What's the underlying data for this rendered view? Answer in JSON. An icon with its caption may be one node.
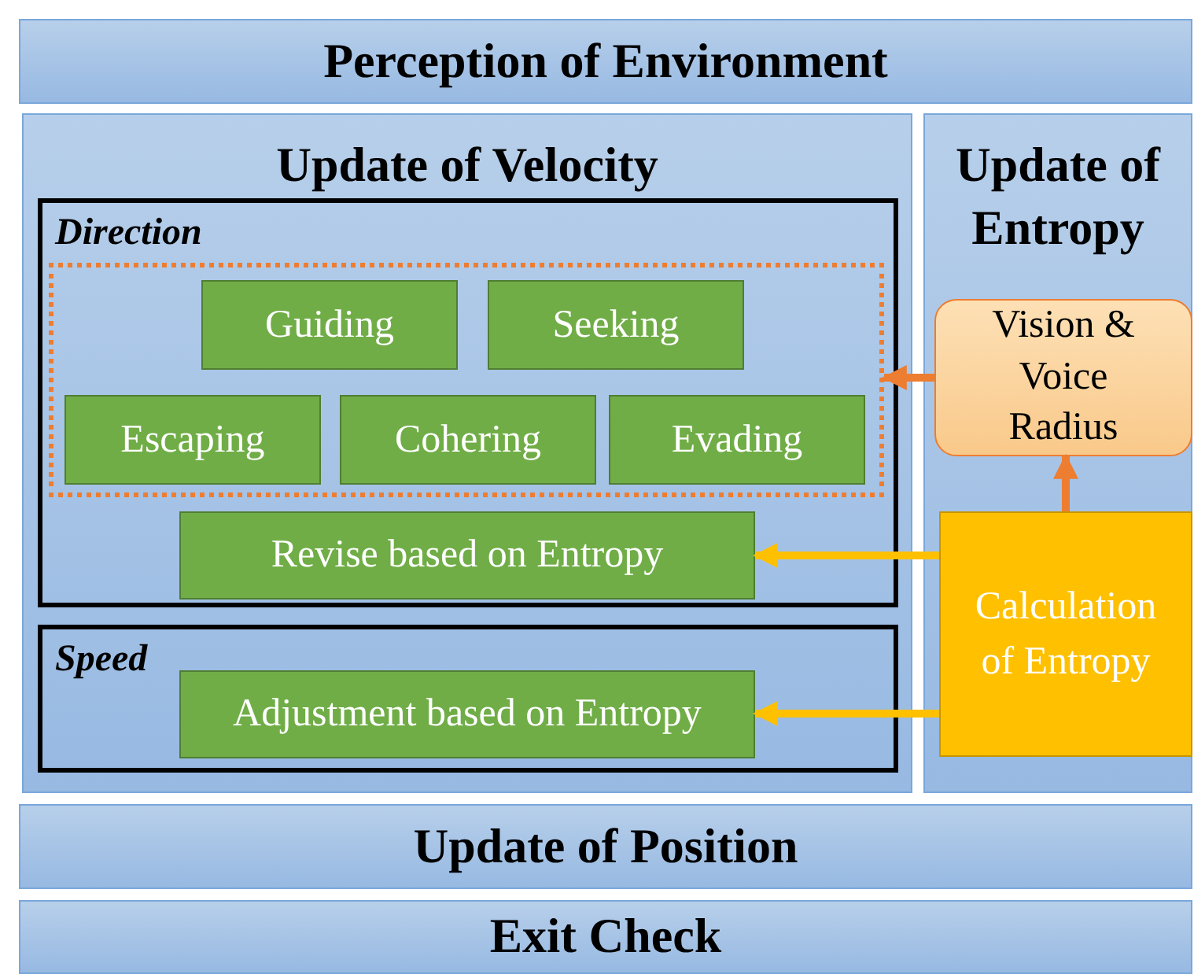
{
  "diagram": {
    "nodes": [
      {
        "text": [
          "Perception of Environment"
        ]
      },
      {
        "text": [
          "Update of Velocity"
        ]
      },
      {
        "text": [
          "Direction"
        ],
        "in": 1
      },
      {
        "text": [],
        "shape": "box",
        "in": 2
      },
      {
        "text": [
          "Guiding"
        ],
        "in": 3
      },
      {
        "text": [
          "Seeking"
        ],
        "in": 3
      },
      {
        "text": [
          "Escaping"
        ],
        "in": 3
      },
      {
        "text": [
          "Cohering"
        ],
        "in": 3
      },
      {
        "text": [
          "Evading"
        ],
        "in": 3
      },
      {
        "text": [
          "Revise based on Entropy"
        ],
        "in": 2
      },
      {
        "text": [
          "Speed"
        ],
        "in": 1
      },
      {
        "text": [
          "Adjustment based on Entropy"
        ],
        "in": 10
      },
      {
        "text": [
          "Update of Entropy"
        ]
      },
      {
        "text": [
          "Vision & Voice Radius"
        ],
        "in": 12
      },
      {
        "text": [
          "Calculation of Entropy"
        ],
        "in": 12
      },
      {
        "text": [
          "Update of Position"
        ]
      },
      {
        "text": [
          "Exit Check"
        ]
      }
    ],
    "edges": [
      {
        "from": 13,
        "to": 3,
        "arrow": "to",
        "color": "#ed7d31"
      },
      {
        "from": 14,
        "to": 13,
        "arrow": "to",
        "color": "#ed7d31"
      },
      {
        "from": 14,
        "to": 9,
        "arrow": "to",
        "color": "#ffc000"
      },
      {
        "from": 14,
        "to": 11,
        "arrow": "to",
        "color": "#ffc000"
      }
    ]
  }
}
